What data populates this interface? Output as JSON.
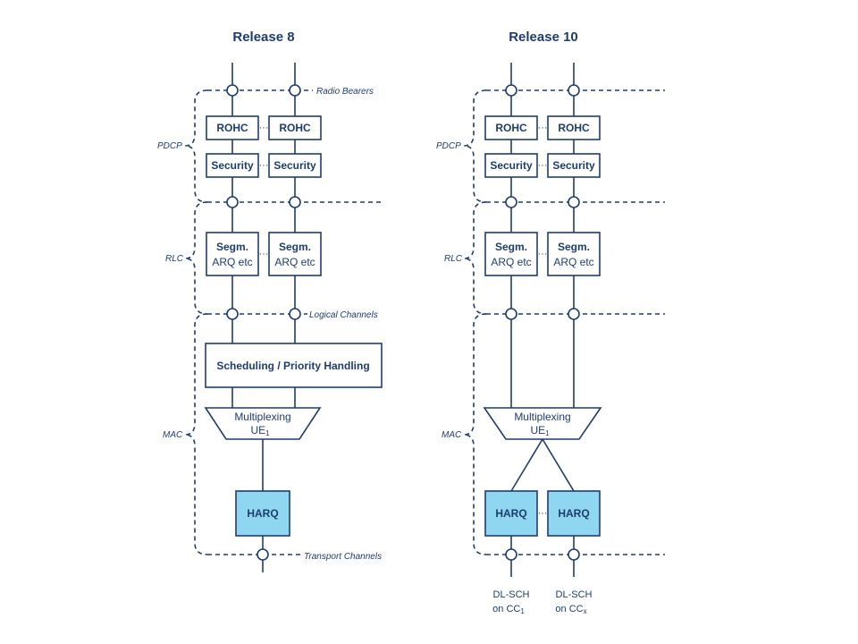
{
  "release8": {
    "title": "Release 8",
    "rohc_label": "ROHC",
    "security_label": "Security",
    "segm_line1": "Segm.",
    "segm_line2": "ARQ etc",
    "scheduling_label": "Scheduling /  Priority Handling",
    "mux_line1": "Multiplexing",
    "mux_line2": "UE",
    "mux_sub": "1",
    "harq_label": "HARQ",
    "radio_bearers": "Radio Bearers",
    "logical_channels": "Logical Channels",
    "transport_channels": "Transport Channels",
    "pdcp": "PDCP",
    "rlc": "RLC",
    "mac": "MAC"
  },
  "release10": {
    "title": "Release 10",
    "rohc_label": "ROHC",
    "security_label": "Security",
    "segm_line1": "Segm.",
    "segm_line2": "ARQ etc",
    "mux_line1": "Multiplexing",
    "mux_line2": "UE",
    "mux_sub": "1",
    "harq_label": "HARQ",
    "pdcp": "PDCP",
    "rlc": "RLC",
    "mac": "MAC",
    "dlsch_1_line1": "DL-SCH",
    "dlsch_1_line2": "on CC",
    "dlsch_1_sub": "1",
    "dlsch_x_line1": "DL-SCH",
    "dlsch_x_line2": "on CC",
    "dlsch_x_sub": "x"
  },
  "ellipsis": "···",
  "colors": {
    "ink": "#1f3c6e",
    "harq_fill": "#8fd6f0"
  }
}
